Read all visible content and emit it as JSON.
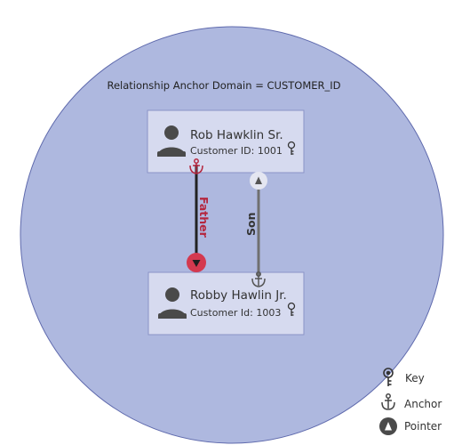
{
  "domain": {
    "label": "Relationship Anchor Domain = CUSTOMER_ID",
    "fill": "#aeb8df",
    "stroke": "#5f6aad"
  },
  "nodes": {
    "parent": {
      "name": "Rob Hawklin Sr.",
      "id_text": "Customer ID: 1001"
    },
    "child": {
      "name": "Robby Hawlin Jr.",
      "id_text": "Customer Id: 1003"
    }
  },
  "edges": {
    "father": {
      "label": "Father",
      "color": "#b5273f",
      "line": "#222222"
    },
    "son": {
      "label": "Son",
      "color": "#333333",
      "line": "#707070"
    }
  },
  "legend": {
    "key": "Key",
    "anchor": "Anchor",
    "pointer": "Pointer"
  },
  "icons": [
    "person-icon",
    "key-icon",
    "anchor-icon",
    "pointer-icon"
  ]
}
